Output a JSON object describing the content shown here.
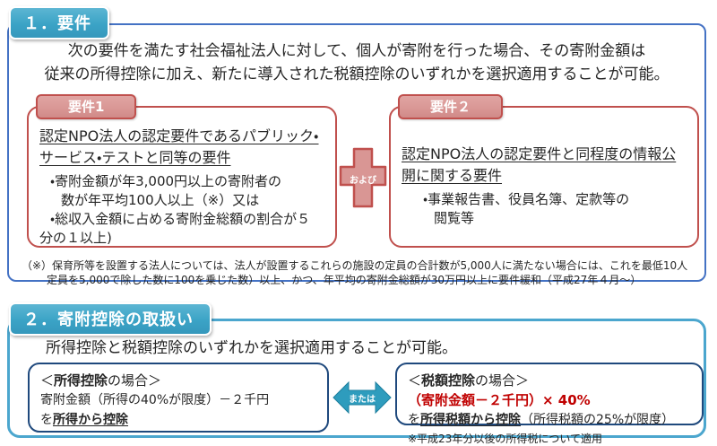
{
  "colors": {
    "header_teal": "#3BA3C6",
    "section1_border": "#4472C4",
    "section2_border": "#4BA6CE",
    "requirement_border": "#C0504D",
    "requirement_tab_fill": "#D99694",
    "navy_box_border": "#1F497D",
    "arrow_teal": "#2E9CBD",
    "red_text": "#C00000"
  },
  "section1": {
    "header": "１．要件",
    "intro_line1": "次の要件を満たす社会福祉法人に対して、個人が寄附を行った場合、その寄附金額は",
    "intro_line2": "従来の所得控除に加え、新たに導入された税額控除のいずれかを選択適用することが可能。",
    "req1": {
      "tab": "要件1",
      "heading": "認定NPO法人の認定要件であるパブリック・サービス・テストと同等の要件",
      "lines": [
        "・寄附金額が年3,000円以上の寄附者の",
        "数が年平均100人以上（※）又は",
        "・総収入金額に占める寄附金総額の割合が５",
        "分の１以上)"
      ]
    },
    "connector": "および",
    "req2": {
      "tab": "要件２",
      "heading": "認定NPO法人の認定要件と同程度の情報公開に関する要件",
      "lines": [
        "・事業報告書、役員名簿、定款等の",
        "閲覧等"
      ]
    },
    "note_line1": "（※）保育所等を設置する法人については、法人が設置するこれらの施設の定員の合計数が5,000人に満たない場合には、これを最低10人",
    "note_line2": "定員を5,000で除した数に100を乗じた数）以上、かつ、年平均の寄附金総額が30万円以上に要件緩和（平成27年４月～）"
  },
  "section2": {
    "header": "２．寄附控除の取扱い",
    "intro": "所得控除と税額控除のいずれかを選択適用することが可能。",
    "income_box": {
      "title_open": "＜",
      "title_term": "所得控除",
      "title_close": "の場合＞",
      "formula": "寄附金額（所得の40%が限度）－２千円",
      "suffix_prefix": "を",
      "suffix_em": "所得から控除"
    },
    "connector": "または",
    "tax_box": {
      "title_open": "＜",
      "title_term": "税額控除",
      "title_close": "の場合＞",
      "formula_red": "（寄附金額－２千円）× 40%",
      "suffix_prefix": "を",
      "suffix_em": "所得税額から控除",
      "suffix_close": "（所得税額の25%が限度）",
      "note": "※平成23年分以後の所得税について適用"
    }
  }
}
